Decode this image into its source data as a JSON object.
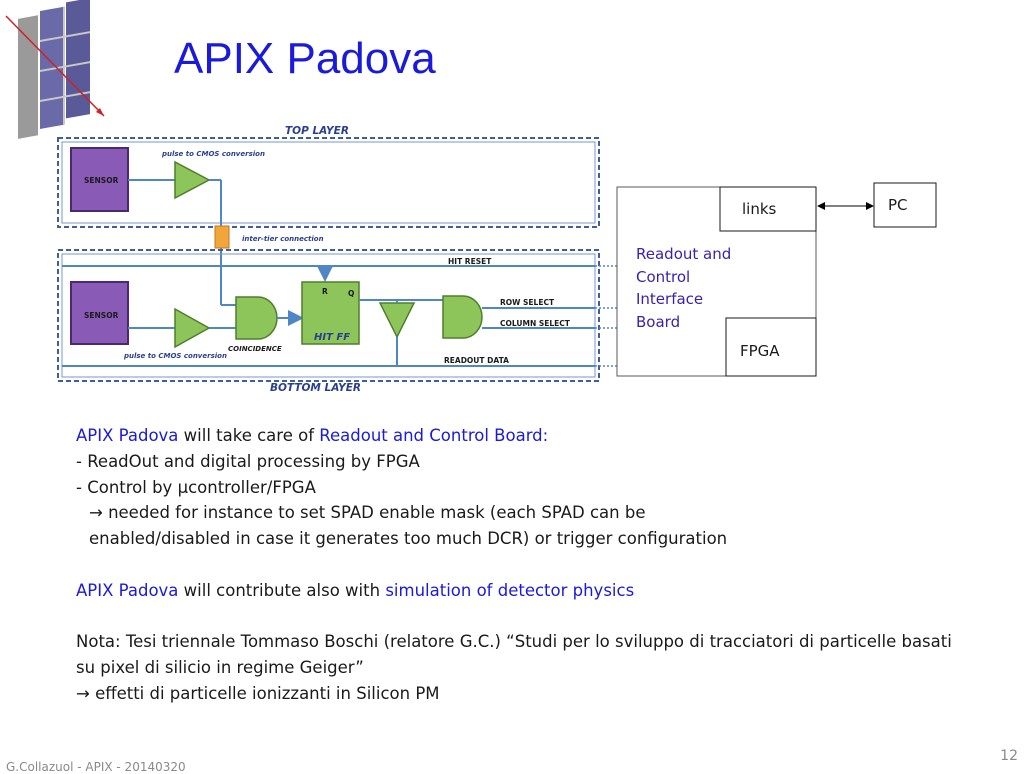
{
  "title": "APIX Padova",
  "diagram": {
    "top_layer": "TOP LAYER",
    "bottom_layer": "BOTTOM LAYER",
    "sensor": "SENSOR",
    "pulse_to_cmos": "pulse to CMOS conversion",
    "inter_tier": "inter-tier connection",
    "hit_reset": "HIT RESET",
    "ff_r": "R",
    "ff_q": "Q",
    "hit_ff": "HIT FF",
    "coincidence": "COINCIDENCE",
    "row_select": "ROW SELECT",
    "column_select": "COLUMN SELECT",
    "readout_data": "READOUT DATA",
    "board_lines": [
      "Readout and",
      "Control",
      "Interface",
      "Board"
    ],
    "links": "links",
    "fpga": "FPGA",
    "pc": "PC",
    "colors": {
      "accent": "#1a1adb",
      "board_text": "#3a1fb0",
      "sensor_fill": "#8a5bb6",
      "gate_fill": "#8ec55a",
      "layer_border": "#3f5f9a",
      "wire": "#4f86c6",
      "connector": "#f0a63a",
      "label": "#2a3f8f"
    }
  },
  "text": {
    "l1": {
      "a": "APIX Padova",
      "b": " will take care of ",
      "c": "Readout and Control Board:"
    },
    "l2": "- ReadOut and digital processing by FPGA",
    "l3": "- Control by μcontroller/FPGA",
    "l4": "→ needed for instance to set SPAD enable mask (each SPAD can be",
    "l5": "enabled/disabled in case it generates too much DCR) or trigger configuration",
    "l6": {
      "a": "APIX Padova",
      "b": " will contribute also with ",
      "c": "simulation of detector physics"
    },
    "l7": "Nota: Tesi triennale Tommaso Boschi (relatore G.C.) “Studi per lo sviluppo di tracciatori di particelle basati",
    "l8": "su pixel di silicio in regime Geiger”",
    "l9": "→ effetti di particelle ionizzanti in Silicon PM"
  },
  "page_number": "12",
  "footer": "G.Collazuol - APIX - 20140320"
}
